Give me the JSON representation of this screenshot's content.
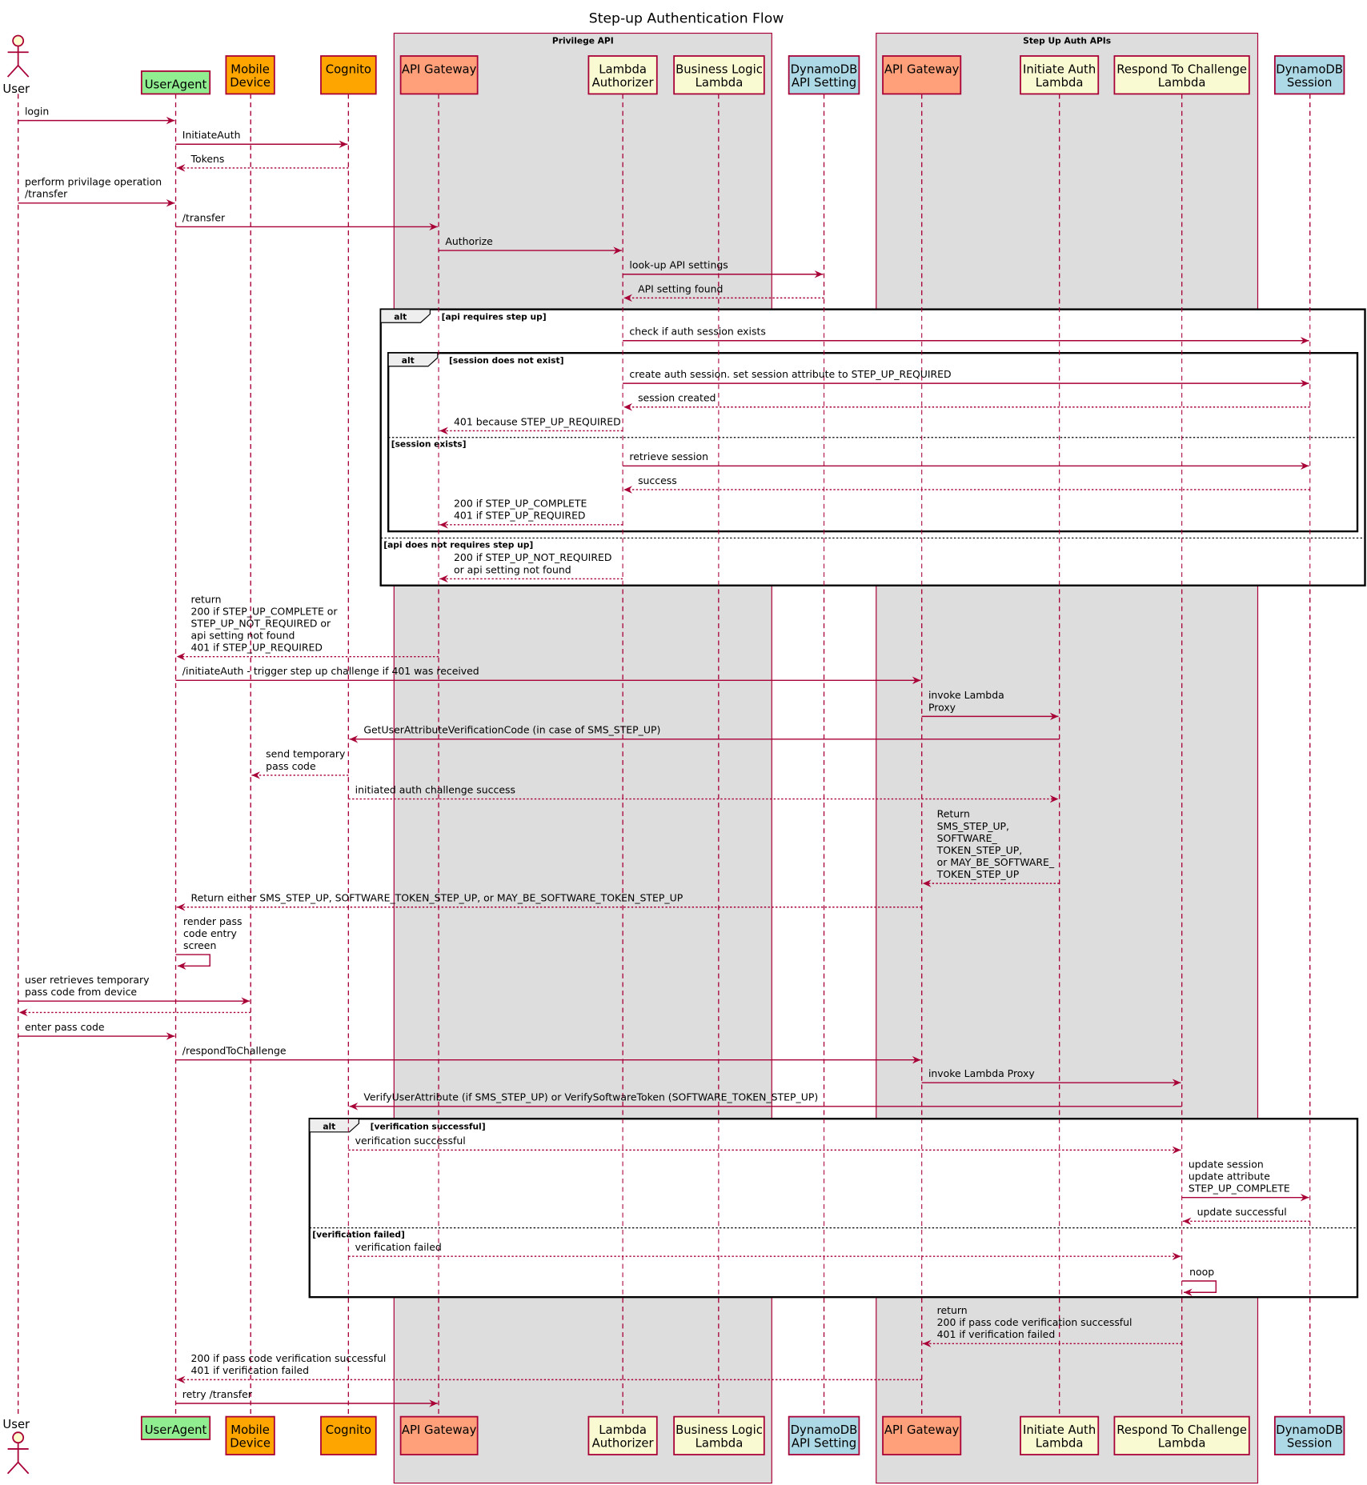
{
  "title": "Step-up Authentication Flow",
  "colors": {
    "line": "#a80036",
    "frame": "#000000",
    "group_bg": "#dddddd"
  },
  "groups": [
    {
      "id": "priv",
      "label": "Privilege API"
    },
    {
      "id": "step",
      "label": "Step Up Auth APIs"
    }
  ],
  "participants": [
    {
      "id": "user",
      "kind": "actor",
      "lines": [
        "User"
      ],
      "color": "#fefece"
    },
    {
      "id": "ua",
      "lines": [
        "UserAgent"
      ],
      "color": "#90ee90"
    },
    {
      "id": "mobile",
      "lines": [
        "Mobile",
        "Device"
      ],
      "color": "#ffa500"
    },
    {
      "id": "cognito",
      "lines": [
        "Cognito"
      ],
      "color": "#ffa500"
    },
    {
      "id": "apigw",
      "lines": [
        "API Gateway"
      ],
      "color": "#ffa07a"
    },
    {
      "id": "lauth",
      "lines": [
        "Lambda",
        "Authorizer"
      ],
      "color": "#fafad2"
    },
    {
      "id": "blogic",
      "lines": [
        "Business Logic",
        "Lambda"
      ],
      "color": "#fafad2"
    },
    {
      "id": "ddbapi",
      "lines": [
        "DynamoDB",
        "API Setting"
      ],
      "color": "#add8e6"
    },
    {
      "id": "apigw2",
      "lines": [
        "API Gateway"
      ],
      "color": "#ffa07a"
    },
    {
      "id": "ial",
      "lines": [
        "Initiate Auth",
        "Lambda"
      ],
      "color": "#fafad2"
    },
    {
      "id": "rtc",
      "lines": [
        "Respond To Challenge",
        "Lambda"
      ],
      "color": "#fafad2"
    },
    {
      "id": "ddbs",
      "lines": [
        "DynamoDB",
        "Session"
      ],
      "color": "#add8e6"
    }
  ],
  "messages": [
    {
      "from": "user",
      "to": "ua",
      "dashed": false,
      "lines": [
        "login"
      ]
    },
    {
      "from": "ua",
      "to": "cognito",
      "dashed": false,
      "lines": [
        "InitiateAuth"
      ]
    },
    {
      "from": "cognito",
      "to": "ua",
      "dashed": true,
      "lines": [
        "Tokens"
      ]
    },
    {
      "from": "user",
      "to": "ua",
      "dashed": false,
      "lines": [
        "perform privilage operation",
        "/transfer"
      ]
    },
    {
      "from": "ua",
      "to": "apigw",
      "dashed": false,
      "lines": [
        "/transfer"
      ]
    },
    {
      "from": "apigw",
      "to": "lauth",
      "dashed": false,
      "lines": [
        "Authorize"
      ]
    },
    {
      "from": "lauth",
      "to": "ddbapi",
      "dashed": false,
      "lines": [
        "look-up API settings"
      ]
    },
    {
      "from": "ddbapi",
      "to": "lauth",
      "dashed": true,
      "lines": [
        "API setting found"
      ]
    },
    {
      "from": "lauth",
      "to": "ddbs",
      "dashed": false,
      "lines": [
        "check if auth session exists"
      ]
    },
    {
      "from": "lauth",
      "to": "ddbs",
      "dashed": false,
      "lines": [
        "create auth session. set session attribute to STEP_UP_REQUIRED"
      ]
    },
    {
      "from": "ddbs",
      "to": "lauth",
      "dashed": true,
      "lines": [
        "session created"
      ]
    },
    {
      "from": "lauth",
      "to": "apigw",
      "dashed": true,
      "lines": [
        "401 because STEP_UP_REQUIRED"
      ]
    },
    {
      "from": "lauth",
      "to": "ddbs",
      "dashed": false,
      "lines": [
        "retrieve session"
      ]
    },
    {
      "from": "ddbs",
      "to": "lauth",
      "dashed": true,
      "lines": [
        "success"
      ]
    },
    {
      "from": "lauth",
      "to": "apigw",
      "dashed": true,
      "lines": [
        "200 if STEP_UP_COMPLETE",
        "401 if STEP_UP_REQUIRED"
      ]
    },
    {
      "from": "lauth",
      "to": "apigw",
      "dashed": true,
      "lines": [
        "200 if STEP_UP_NOT_REQUIRED",
        "or api setting not found"
      ]
    },
    {
      "from": "apigw",
      "to": "ua",
      "dashed": true,
      "lines": [
        "return",
        "200 if STEP_UP_COMPLETE or",
        "        STEP_UP_NOT_REQUIRED or",
        "        api setting not found",
        "401 if STEP_UP_REQUIRED"
      ]
    },
    {
      "from": "ua",
      "to": "apigw2",
      "dashed": false,
      "lines": [
        "/initiateAuth - trigger step up challenge if 401 was received"
      ]
    },
    {
      "from": "apigw2",
      "to": "ial",
      "dashed": false,
      "lines": [
        "invoke Lambda",
        "Proxy"
      ]
    },
    {
      "from": "ial",
      "to": "cognito",
      "dashed": false,
      "lines": [
        "GetUserAttributeVerificationCode (in case of SMS_STEP_UP)"
      ]
    },
    {
      "from": "cognito",
      "to": "mobile",
      "dashed": true,
      "lines": [
        "send temporary",
        "pass code"
      ]
    },
    {
      "from": "cognito",
      "to": "ial",
      "dashed": true,
      "lines": [
        "initiated auth challenge success"
      ]
    },
    {
      "from": "ial",
      "to": "apigw2",
      "dashed": true,
      "lines": [
        "Return",
        "SMS_STEP_UP,",
        "SOFTWARE_",
        "TOKEN_STEP_UP,",
        "or MAY_BE_SOFTWARE_",
        "TOKEN_STEP_UP"
      ]
    },
    {
      "from": "apigw2",
      "to": "ua",
      "dashed": true,
      "lines": [
        "Return either SMS_STEP_UP, SOFTWARE_TOKEN_STEP_UP, or MAY_BE_SOFTWARE_TOKEN_STEP_UP"
      ]
    },
    {
      "from": "ua",
      "to": "ua",
      "dashed": false,
      "lines": [
        "render pass",
        "code entry",
        "screen"
      ]
    },
    {
      "from": "user",
      "to": "mobile",
      "dashed": false,
      "lines": [
        "user retrieves temporary",
        "pass code from device"
      ]
    },
    {
      "from": "mobile",
      "to": "user",
      "dashed": true,
      "lines": []
    },
    {
      "from": "user",
      "to": "ua",
      "dashed": false,
      "lines": [
        "enter pass code"
      ]
    },
    {
      "from": "ua",
      "to": "apigw2",
      "dashed": false,
      "lines": [
        "/respondToChallenge"
      ]
    },
    {
      "from": "apigw2",
      "to": "rtc",
      "dashed": false,
      "lines": [
        "invoke Lambda Proxy"
      ]
    },
    {
      "from": "rtc",
      "to": "cognito",
      "dashed": false,
      "lines": [
        "VerifyUserAttribute (if SMS_STEP_UP) or VerifySoftwareToken (SOFTWARE_TOKEN_STEP_UP)"
      ]
    },
    {
      "from": "cognito",
      "to": "rtc",
      "dashed": true,
      "lines": [
        "verification successful"
      ]
    },
    {
      "from": "rtc",
      "to": "ddbs",
      "dashed": false,
      "lines": [
        "update session",
        "update attribute",
        "STEP_UP_COMPLETE"
      ]
    },
    {
      "from": "ddbs",
      "to": "rtc",
      "dashed": true,
      "lines": [
        "update successful"
      ]
    },
    {
      "from": "cognito",
      "to": "rtc",
      "dashed": true,
      "lines": [
        "verification failed"
      ]
    },
    {
      "from": "rtc",
      "to": "rtc",
      "dashed": false,
      "lines": [
        "noop"
      ]
    },
    {
      "from": "rtc",
      "to": "apigw2",
      "dashed": true,
      "lines": [
        "return",
        "200 if pass code verification successful",
        "401 if verification failed"
      ]
    },
    {
      "from": "apigw2",
      "to": "ua",
      "dashed": true,
      "lines": [
        "200 if pass code verification successful",
        "401 if verification failed"
      ]
    },
    {
      "from": "ua",
      "to": "apigw",
      "dashed": false,
      "lines": [
        "retry /transfer"
      ]
    }
  ],
  "frames": [
    {
      "keyword": "alt",
      "condition": "[api requires step up]",
      "else": "[api does not requires step up]"
    },
    {
      "keyword": "alt",
      "condition": "[session does not exist]",
      "else": "[session exists]"
    },
    {
      "keyword": "alt",
      "condition": "[verification successful]",
      "else": "[verification failed]"
    }
  ]
}
